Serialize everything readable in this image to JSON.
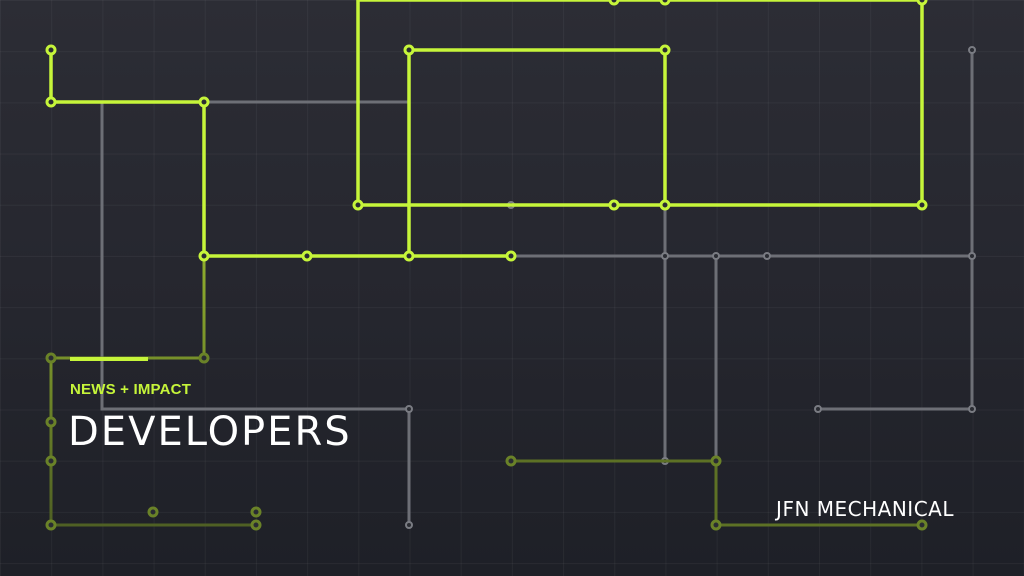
{
  "banner": {
    "eyebrow": "NEWS + IMPACT",
    "headline": "DEVELOPERS",
    "brand": "JFN MECHANICAL"
  },
  "colors": {
    "background": "#282a32",
    "accent_green": "#c6f53a",
    "dim_green": "#5d7125",
    "trace_gray": "#6d6f76",
    "text": "#ffffff"
  }
}
